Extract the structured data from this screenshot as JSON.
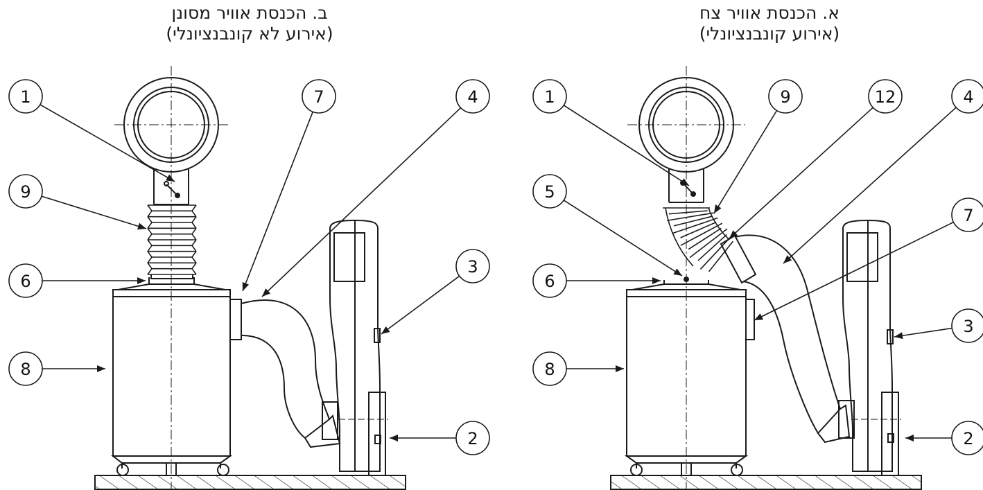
{
  "titles": {
    "left_line1": "ב. הכנסת אוויר מסונן",
    "left_line2": "(אירוע לא קונבנציונלי)",
    "right_line1": "א. הכנסת אוויר צח",
    "right_line2": "(אירוע קונבנציונלי)"
  },
  "callouts": {
    "left": [
      "1",
      "9",
      "6",
      "8",
      "7",
      "4",
      "3",
      "2"
    ],
    "right": [
      "1",
      "5",
      "6",
      "8",
      "9",
      "12",
      "4",
      "7",
      "3",
      "2"
    ]
  },
  "colors": {
    "line": "#1a1a1a",
    "background": "#ffffff"
  }
}
